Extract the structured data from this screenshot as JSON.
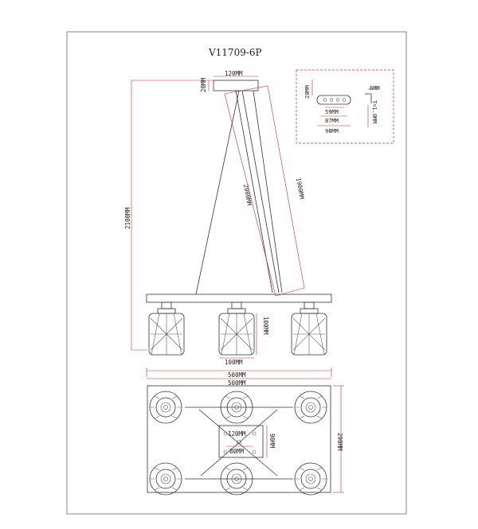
{
  "drawing": {
    "model": "V11709-6P",
    "dimensions": {
      "canopy_width": "120MM",
      "canopy_height": "20MM",
      "total_height": "2100MM",
      "cable_length": "2000MM",
      "rod_length": "1900MM",
      "shade_height": "100MM",
      "shade_width": "100MM",
      "bar_length_a": "500MM",
      "bar_length_b": "500MM",
      "depth": "290MM",
      "plate_width": "120MM",
      "plate_depth": "90MM",
      "hole_spacing": "80MM"
    },
    "detail": {
      "height": "20MM",
      "slot": "6MM",
      "inner": "59MM",
      "middle": "87MM",
      "outer": "98MM",
      "thickness": "T=1.0MM"
    }
  }
}
